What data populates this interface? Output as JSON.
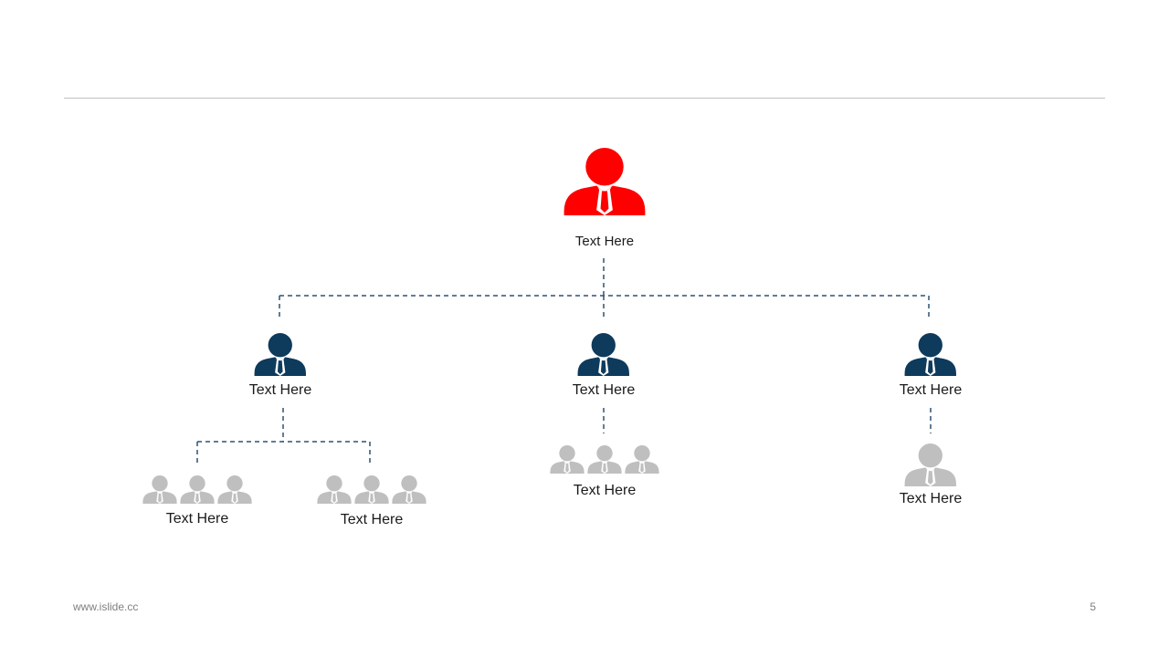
{
  "colors": {
    "top": "#ff0000",
    "mid": "#0e3a5c",
    "low": "#bfbfbf",
    "connector": "#2e5272",
    "rule": "#bfbfbf"
  },
  "icons": {
    "person": "person-in-suit-icon"
  },
  "org": {
    "top": {
      "label": "Text Here"
    },
    "mid": [
      {
        "label": "Text Here"
      },
      {
        "label": "Text Here"
      },
      {
        "label": "Text Here"
      }
    ],
    "low": [
      {
        "label": "Text Here",
        "people": 3
      },
      {
        "label": "Text Here",
        "people": 3
      },
      {
        "label": "Text Here",
        "people": 3
      },
      {
        "label": "Text Here",
        "people": 1
      }
    ]
  },
  "footer": {
    "url": "www.islide.cc",
    "page": "5"
  }
}
